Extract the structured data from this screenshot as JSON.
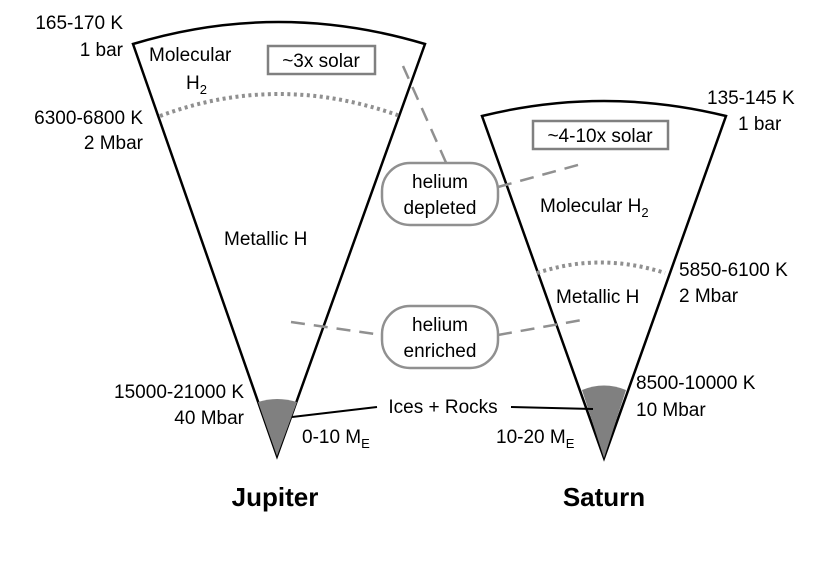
{
  "jupiter": {
    "name": "Jupiter",
    "surface_temp": "165-170 K",
    "surface_pressure": "1 bar",
    "transition_temp": "6300-6800 K",
    "transition_pressure": "2 Mbar",
    "core_temp": "15000-21000 K",
    "core_pressure": "40 Mbar",
    "molecular_label": "Molecular",
    "h2_base": "H",
    "h2_sub": "2",
    "metallic_label": "Metallic H",
    "enrichment": "~3x solar",
    "core_mass_prefix": "0-10 M",
    "core_mass_sub": "E"
  },
  "saturn": {
    "name": "Saturn",
    "surface_temp": "135-145 K",
    "surface_pressure": "1 bar",
    "transition_temp": "5850-6100 K",
    "transition_pressure": "2 Mbar",
    "core_temp": "8500-10000 K",
    "core_pressure": "10 Mbar",
    "molecular_label": "Molecular H",
    "h2_sub": "2",
    "metallic_label": "Metallic H",
    "enrichment": "~4-10x solar",
    "core_mass_prefix": "10-20 M",
    "core_mass_sub": "E"
  },
  "shared": {
    "helium_depleted_1": "helium",
    "helium_depleted_2": "depleted",
    "helium_enriched_1": "helium",
    "helium_enriched_2": "enriched",
    "core_label": "Ices + Rocks"
  },
  "colors": {
    "outline": "#000000",
    "core_fill": "#808080",
    "boundary_dots": "#909090",
    "dash_line": "#909090",
    "box_border": "#808080"
  }
}
